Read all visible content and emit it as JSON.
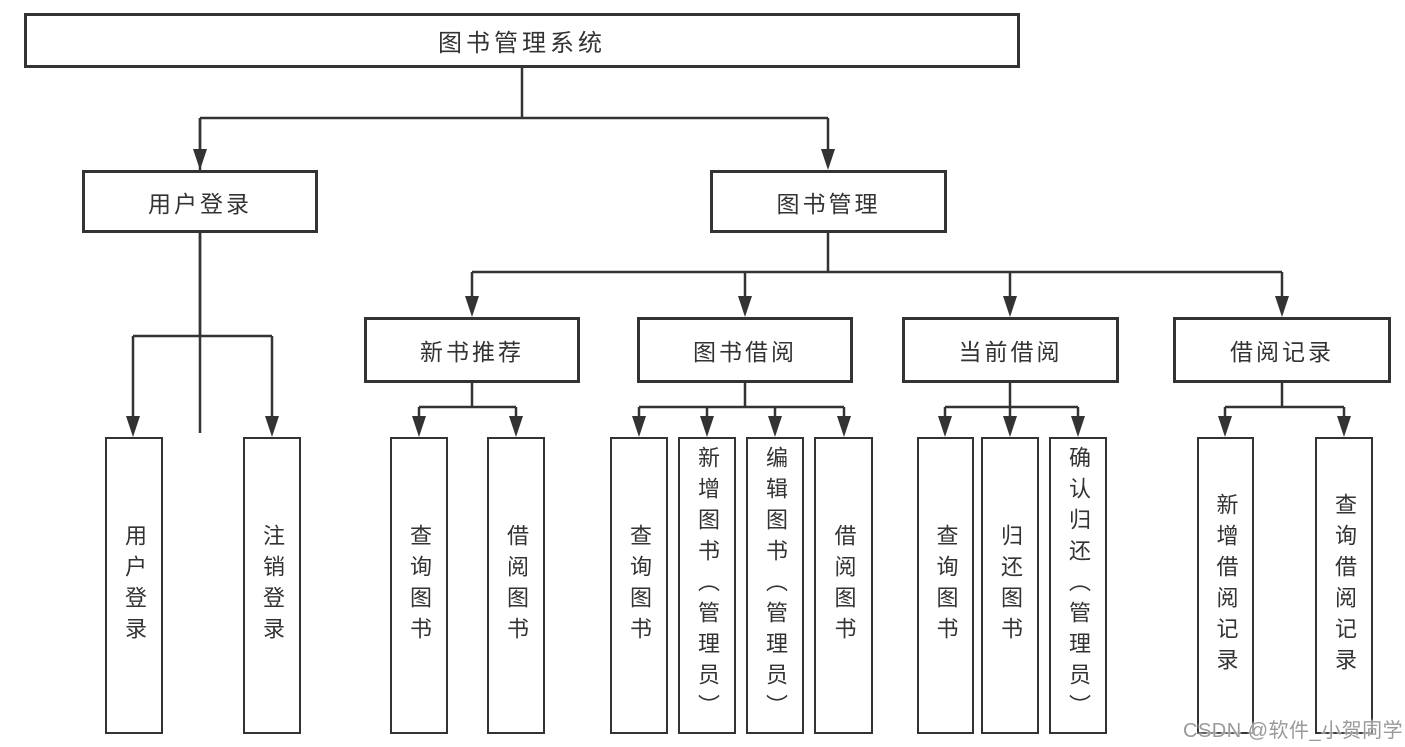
{
  "diagram": {
    "title": "图书管理系统",
    "login_branch": {
      "label": "用户登录",
      "children": [
        "用户登录",
        "注销登录"
      ]
    },
    "management_branch": {
      "label": "图书管理",
      "modules": [
        {
          "label": "新书推荐",
          "children": [
            "查询图书",
            "借阅图书"
          ]
        },
        {
          "label": "图书借阅",
          "children": [
            "查询图书",
            "新增图书（管理员）",
            "编辑图书（管理员）",
            "借阅图书"
          ]
        },
        {
          "label": "当前借阅",
          "children": [
            "查询图书",
            "归还图书",
            "确认归还（管理员）"
          ]
        },
        {
          "label": "借阅记录",
          "children": [
            "新增借阅记录",
            "查询借阅记录"
          ]
        }
      ]
    }
  },
  "watermark": {
    "text": "CSDN @软件_小贺同学",
    "color": "#9a9a9a"
  },
  "colors": {
    "line": "#333333",
    "text": "#333333",
    "background": "#ffffff"
  }
}
